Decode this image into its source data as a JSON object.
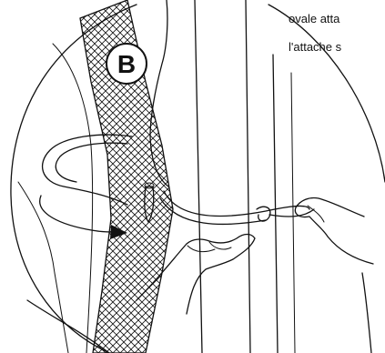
{
  "step_badge": {
    "letter": "B"
  },
  "caption": {
    "lines": [
      "ovale atta",
      "l'attache s"
    ]
  },
  "colors": {
    "ink": "#111111",
    "background": "#ffffff"
  },
  "icons": {
    "motion_arrow": "curved-arrow-icon"
  }
}
